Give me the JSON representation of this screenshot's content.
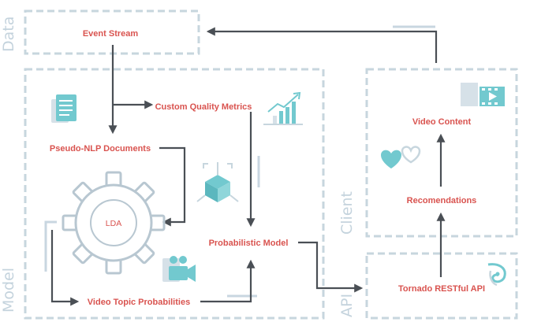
{
  "regions": {
    "data": "Data",
    "model": "Model",
    "client": "Client",
    "api": "API"
  },
  "nodes": {
    "event_stream": "Event Stream",
    "custom_quality_metrics": "Custom Quality Metrics",
    "pseudo_nlp_documents": "Pseudo-NLP Documents",
    "lda": "LDA",
    "probabilistic_model": "Probabilistic Model",
    "video_topic_probabilities": "Video Topic Probabilities",
    "video_content": "Video Content",
    "recomendations": "Recomendations",
    "tornado_restful_api": "Tornado RESTful API"
  },
  "icons": [
    "document-icon",
    "growth-chart-icon",
    "cube-icon",
    "gear-icon",
    "video-camera-icon",
    "film-strip-icon",
    "heart-icon",
    "tornado-icon"
  ],
  "colors": {
    "label": "#d9534f",
    "arrow": "#4a4f55",
    "dashed_border": "#c7d6de",
    "icon_accent": "#72c9cf",
    "region_label": "#c4d3dd"
  }
}
